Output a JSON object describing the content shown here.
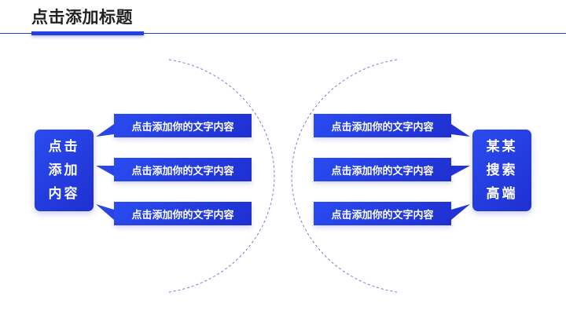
{
  "header": {
    "title": "点击添加标题"
  },
  "colors": {
    "accent": "#2440e0",
    "box_gradient_start": "#2a4cf0",
    "box_gradient_end": "#1f2fd0",
    "title_text": "#222222",
    "arc_dashes": "#5a63c8"
  },
  "left_hub": {
    "lines": [
      "点击",
      "添加",
      "内容"
    ]
  },
  "right_hub": {
    "lines": [
      "某某",
      "搜索",
      "高端"
    ]
  },
  "left_items": [
    {
      "label": "点击添加你的文字内容"
    },
    {
      "label": "点击添加你的文字内容"
    },
    {
      "label": "点击添加你的文字内容"
    }
  ],
  "right_items": [
    {
      "label": "点击添加你的文字内容"
    },
    {
      "label": "点击添加你的文字内容"
    },
    {
      "label": "点击添加你的文字内容"
    }
  ]
}
